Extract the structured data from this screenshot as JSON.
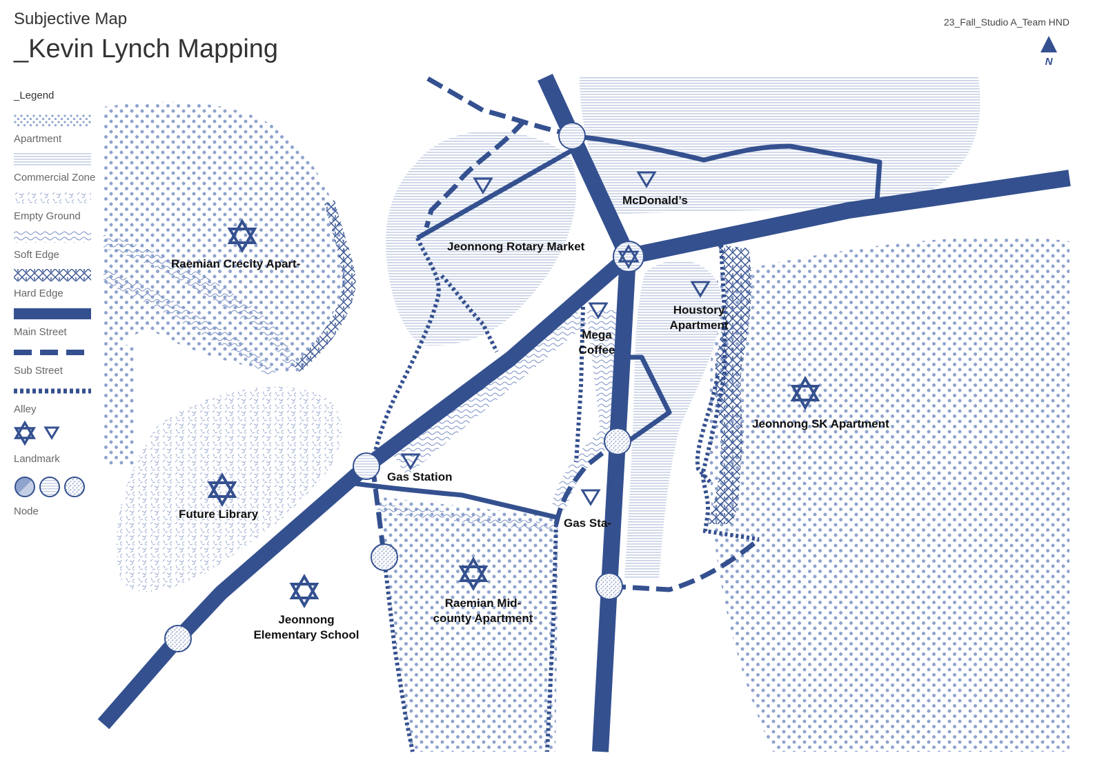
{
  "header": {
    "subtitle": "Subjective Map",
    "title": "_Kevin Lynch Mapping",
    "team": "23_Fall_Studio A_Team HND",
    "north_label": "N"
  },
  "legend": {
    "title": "_Legend",
    "items": [
      {
        "label": "Apartment"
      },
      {
        "label": "Commercial Zone"
      },
      {
        "label": "Empty Ground"
      },
      {
        "label": "Soft Edge"
      },
      {
        "label": "Hard Edge"
      },
      {
        "label": "Main Street"
      },
      {
        "label": "Sub Street"
      },
      {
        "label": "Alley"
      },
      {
        "label": "Landmark"
      },
      {
        "label": "Node"
      }
    ]
  },
  "map": {
    "labels": {
      "raemian_crecity": "Raemian Crecity Apart-",
      "future_library": "Future Library",
      "jeonnong_school_1": "Jeonnong",
      "jeonnong_school_2": "Elementary School",
      "raemian_mid_1": "Raemian Mid-",
      "raemian_mid_2": "county Apartment",
      "rotary_market": "Jeonnong Rotary Market",
      "mcdonalds": "McDonald’s",
      "houstory_1": "Houstory",
      "houstory_2": "Apartment",
      "mega_1": "Mega",
      "mega_2": "Coffee",
      "gas_station": "Gas Station",
      "gas_sta": "Gas Sta-",
      "jeonnong_sk": "Jeonnong SK Apartment"
    }
  },
  "colors": {
    "primary": "#34508f",
    "dots": "#8fa3cc",
    "stripes": "#c4cee4",
    "text": "#111111"
  }
}
